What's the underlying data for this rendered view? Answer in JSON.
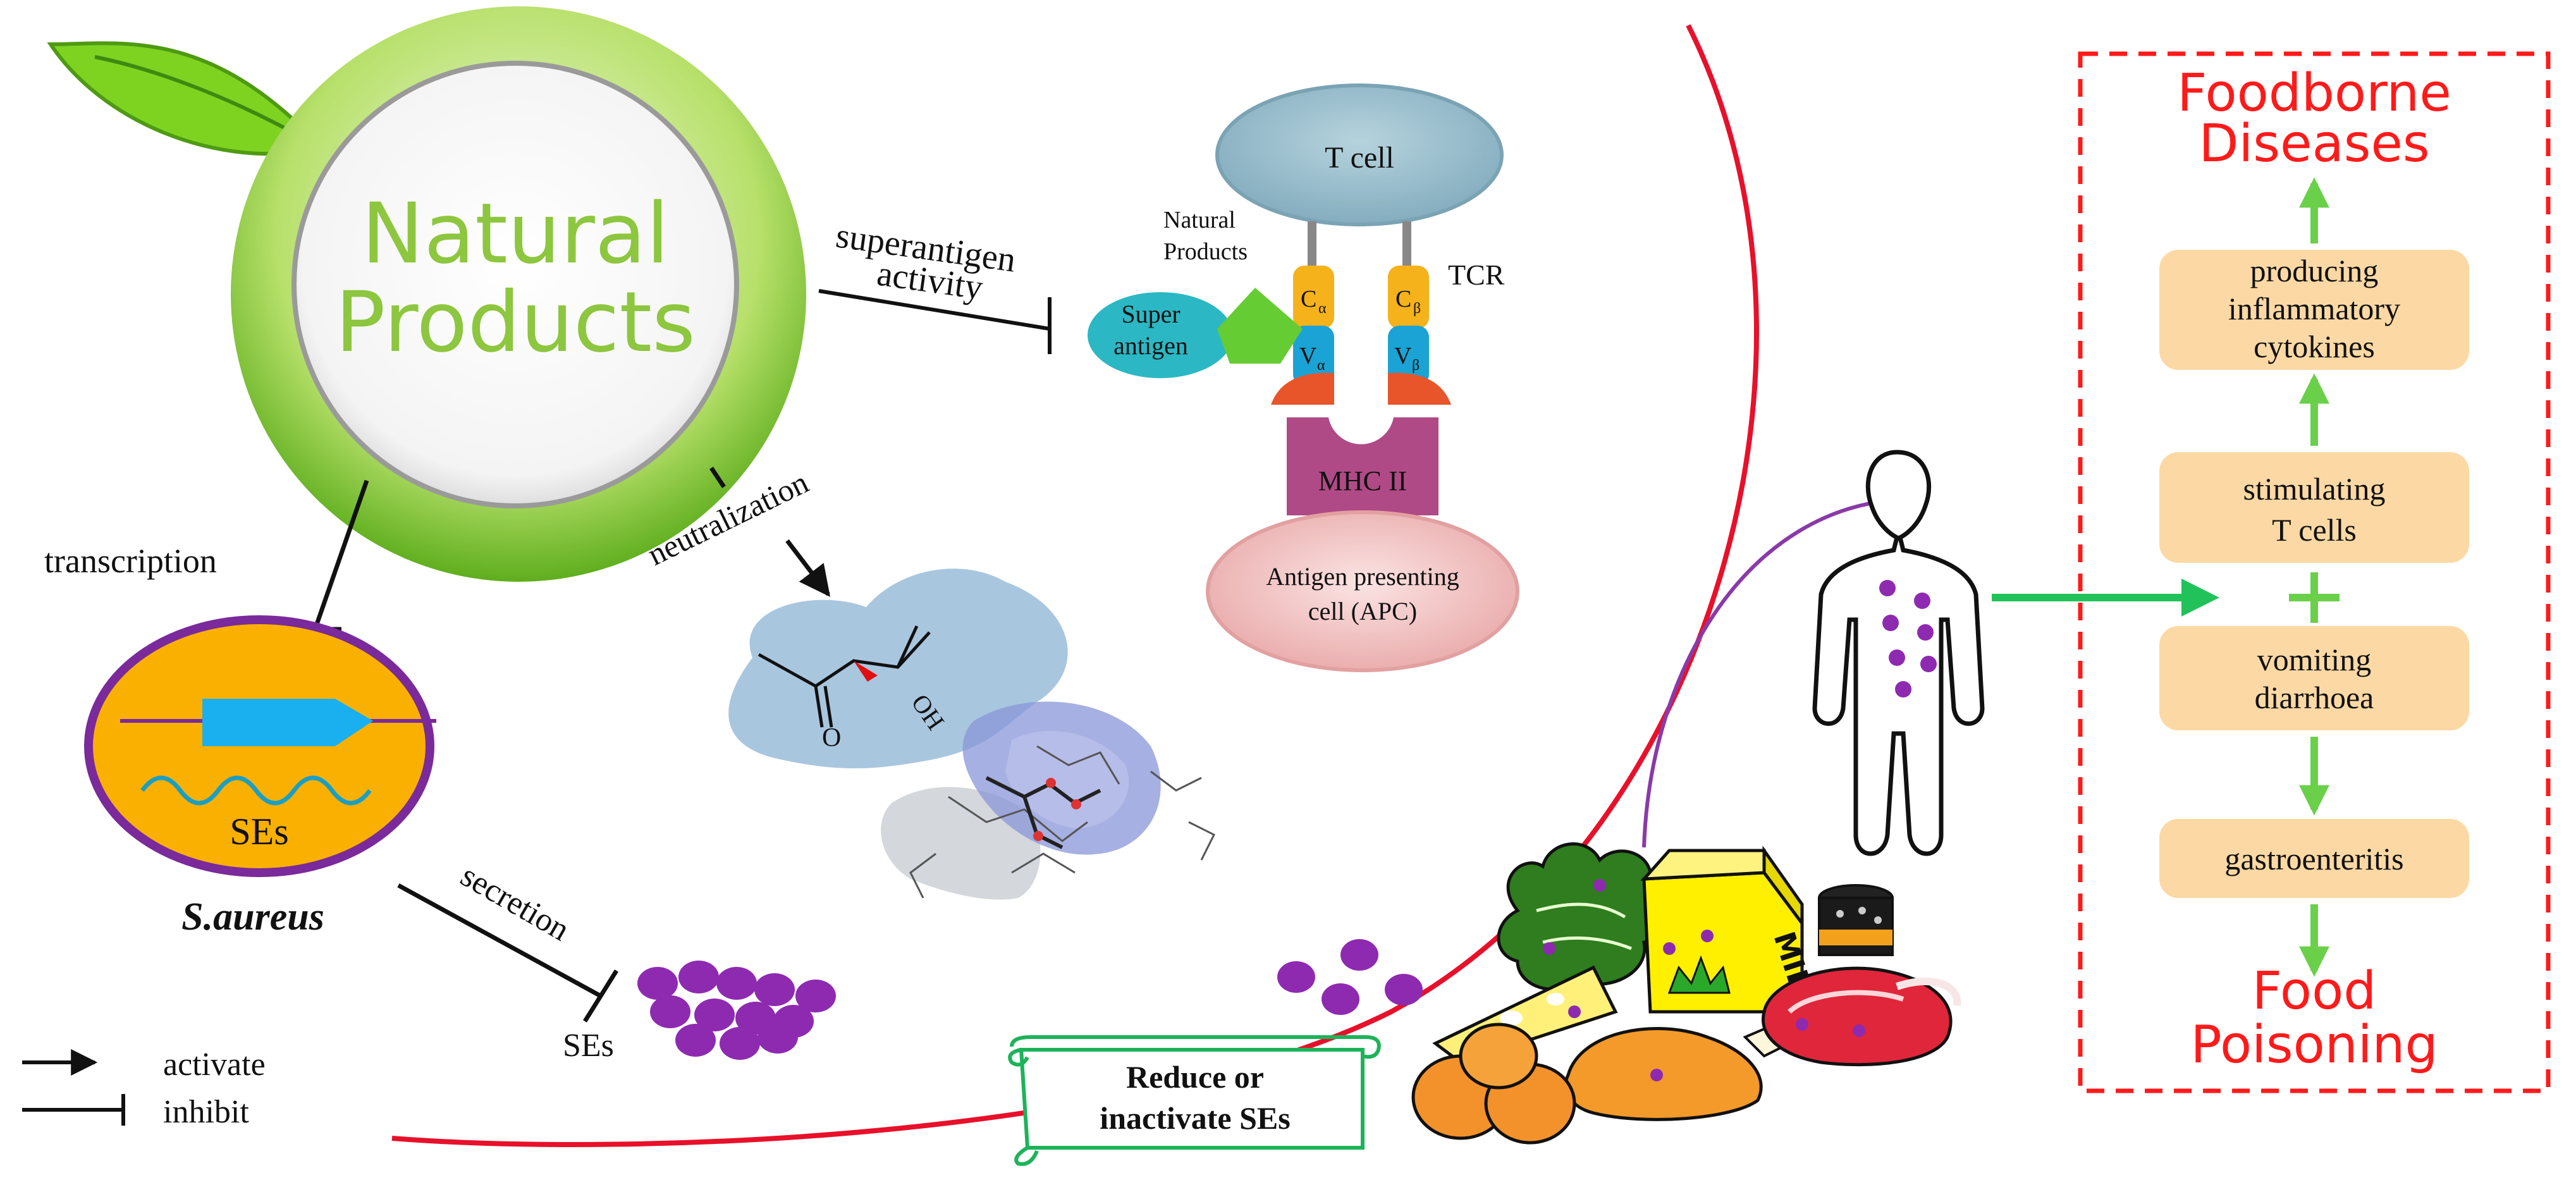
{
  "natural_products": {
    "line1": "Natural",
    "line2": "Products"
  },
  "labels": {
    "superantigen_activity_1": "superantigen",
    "superantigen_activity_2": "activity",
    "natural_products_small_1": "Natural",
    "natural_products_small_2": "Products",
    "neutralization": "neutralization",
    "transcription": "transcription",
    "secretion": "secretion",
    "ses_gene": "SEs",
    "saureus": "S.aureus",
    "ses_particles": "SEs",
    "oh": "OH",
    "o": "O"
  },
  "complex": {
    "t_cell": "T cell",
    "tcr": "TCR",
    "c_alpha": "C",
    "c_alpha_sub": "α",
    "c_beta": "C",
    "c_beta_sub": "β",
    "v_alpha": "V",
    "v_alpha_sub": "α",
    "v_beta": "V",
    "v_beta_sub": "β",
    "super_antigen_1": "Super",
    "super_antigen_2": "antigen",
    "mhc": "MHC II",
    "apc_1": "Antigen presenting",
    "apc_2": "cell (APC)"
  },
  "food": {
    "milk": "MILK"
  },
  "scroll": {
    "line1": "Reduce or",
    "line2": "inactivate SEs"
  },
  "flow": {
    "top_title_1": "Foodborne",
    "top_title_2": "Diseases",
    "box1_1": "producing",
    "box1_2": "inflammatory",
    "box1_3": "cytokines",
    "box2_1": "stimulating",
    "box2_2": "T cells",
    "box3_1": "vomiting",
    "box3_2": "diarrhoea",
    "box4": "gastroenteritis",
    "bottom_title_1": "Food",
    "bottom_title_2": "Poisoning"
  },
  "legend": {
    "activate": "activate",
    "inhibit": "inhibit"
  },
  "colors": {
    "green": "#8dc63f",
    "red": "#ff0000",
    "purple": "#7a2a9a",
    "box": "#fcd9a4",
    "tcell": "#98bece",
    "apc": "#f2c2c2",
    "mhc": "#b04a86",
    "gene_fill": "#fab000"
  }
}
